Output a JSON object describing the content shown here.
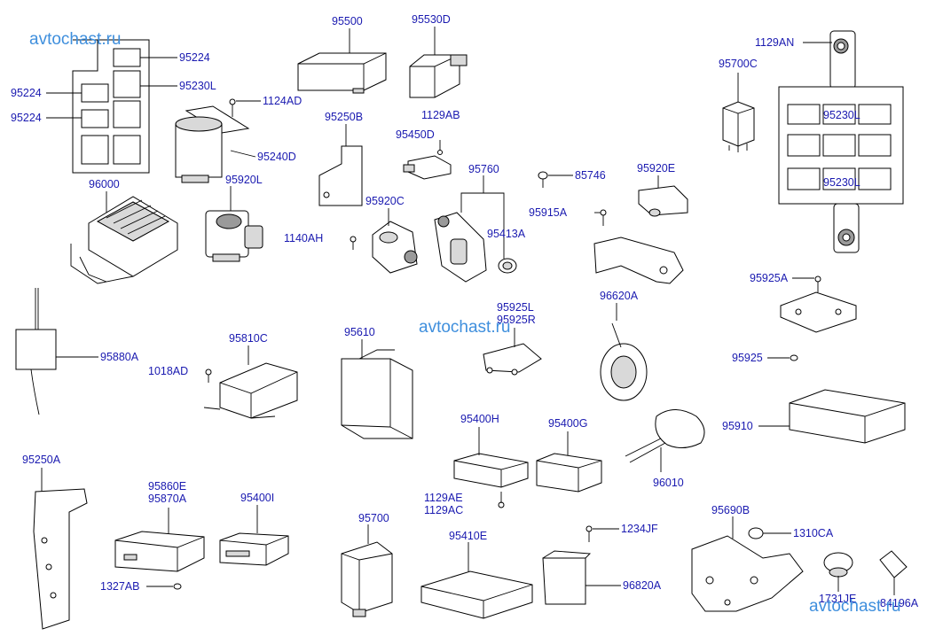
{
  "watermarks": [
    "avtochast.ru",
    "avtochast.ru",
    "avtochast.ru"
  ],
  "labels": {
    "p95500": "95500",
    "p95530D": "95530D",
    "p1129AN": "1129AN",
    "p95224a": "95224",
    "p95224b": "95224",
    "p95224c": "95224",
    "p95230L_left": "95230L",
    "p1124AD": "1124AD",
    "p95700C": "95700C",
    "p95230L_r1": "95230L",
    "p95230L_r2": "95230L",
    "p95250B": "95250B",
    "p1129AB": "1129AB",
    "p95450D": "95450D",
    "p95240D": "95240D",
    "p96000": "96000",
    "p95920L": "95920L",
    "p95760": "95760",
    "p85746": "85746",
    "p95920E": "95920E",
    "p95920C": "95920C",
    "p95915A": "95915A",
    "p1140AH": "1140AH",
    "p95413A": "95413A",
    "p95925A": "95925A",
    "p96620A": "96620A",
    "p95925L": "95925L",
    "p95925R": "95925R",
    "p95880A": "95880A",
    "p95810C": "95810C",
    "p95610": "95610",
    "p95925": "95925",
    "p1018AD": "1018AD",
    "p95910": "95910",
    "p95400H": "95400H",
    "p95400G": "95400G",
    "p95250A": "95250A",
    "p96010": "96010",
    "p95860E": "95860E",
    "p95870A": "95870A",
    "p1129AE": "1129AE",
    "p1129AC": "1129AC",
    "p95400I": "95400I",
    "p95690B": "95690B",
    "p95700": "95700",
    "p1234JF": "1234JF",
    "p95410E": "95410E",
    "p1310CA": "1310CA",
    "p1327AB": "1327AB",
    "p96820A": "96820A",
    "p1731JE": "1731JE",
    "p84196A": "84196A"
  }
}
